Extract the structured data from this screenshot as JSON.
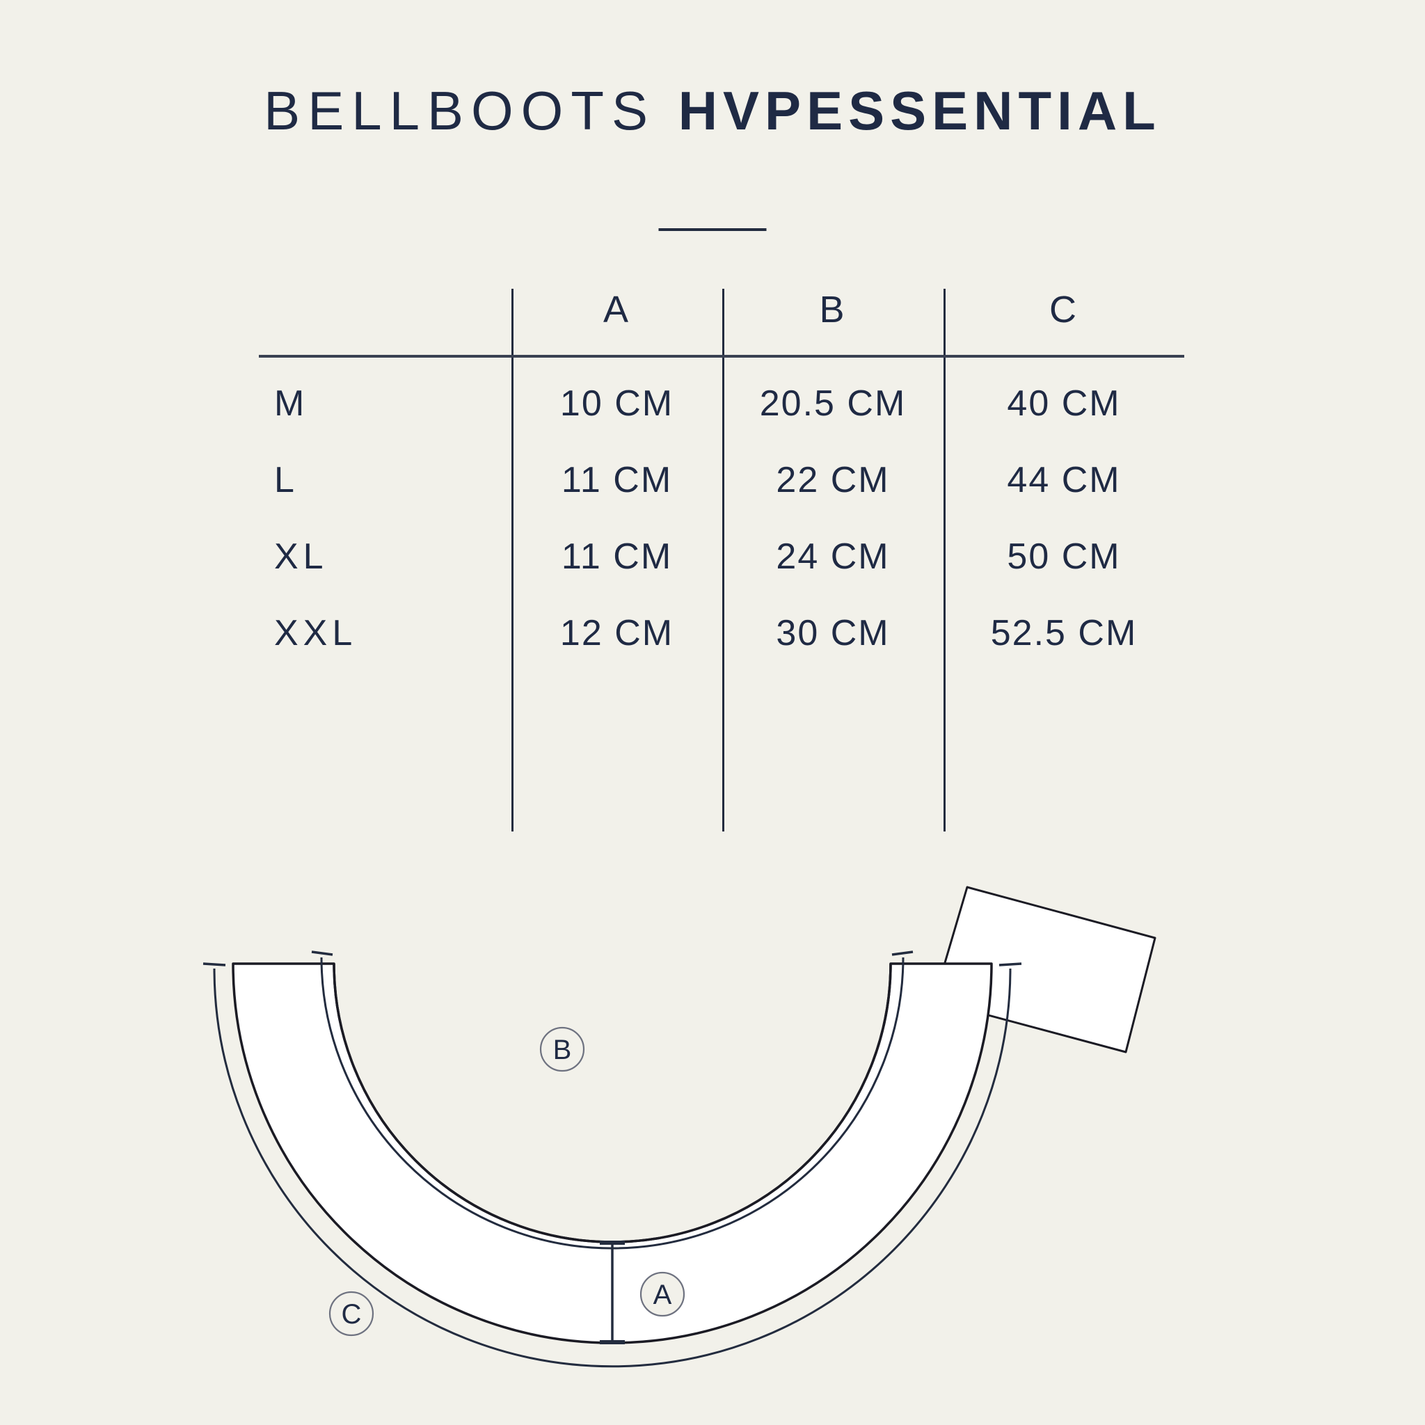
{
  "page": {
    "background_color": "#f2f1ea",
    "ink_color": "#1f2a44"
  },
  "header": {
    "title_light": "BELLBOOTS",
    "title_bold": "HVPESSENTIAL",
    "divider": true
  },
  "chart_data": {
    "type": "table",
    "title": "BELLBOOTS HVPESSENTIAL",
    "columns": [
      "",
      "A",
      "B",
      "C"
    ],
    "rows": [
      {
        "size": "M",
        "A": "10 CM",
        "B": "20.5 CM",
        "C": "40 CM"
      },
      {
        "size": "L",
        "A": "11 CM",
        "B": "22 CM",
        "C": "44 CM"
      },
      {
        "size": "XL",
        "A": "11 CM",
        "B": "24 CM",
        "C": "50 CM"
      },
      {
        "size": "XXL",
        "A": "12 CM",
        "B": "30 CM",
        "C": "52.5 CM"
      }
    ],
    "unit": "CM",
    "values_cm": {
      "A": [
        10,
        11,
        11,
        12
      ],
      "B": [
        20.5,
        22,
        24,
        30
      ],
      "C": [
        40,
        44,
        50,
        52.5
      ]
    },
    "categories": [
      "M",
      "L",
      "XL",
      "XXL"
    ]
  },
  "table": {
    "header": {
      "col_a": "A",
      "col_b": "B",
      "col_c": "C"
    },
    "rows": [
      {
        "size": "M",
        "a": "10 CM",
        "b": "20.5 CM",
        "c": "40 CM"
      },
      {
        "size": "L",
        "a": "11 CM",
        "b": "22 CM",
        "c": "44 CM"
      },
      {
        "size": "XL",
        "a": "11 CM",
        "b": "24 CM",
        "c": "50 CM"
      },
      {
        "size": "XXL",
        "a": "12 CM",
        "b": "30 CM",
        "c": "52.5 CM"
      }
    ]
  },
  "diagram": {
    "labels": {
      "a": "A",
      "b": "B",
      "c": "C"
    },
    "description": "Flat technical drawing of a bell boot: U-shaped band with rectangular closure flap at upper right. A = band height, B = inner arc length, C = outer arc length.",
    "line_color": "#1b1b24",
    "fill_color": "#ffffff"
  }
}
